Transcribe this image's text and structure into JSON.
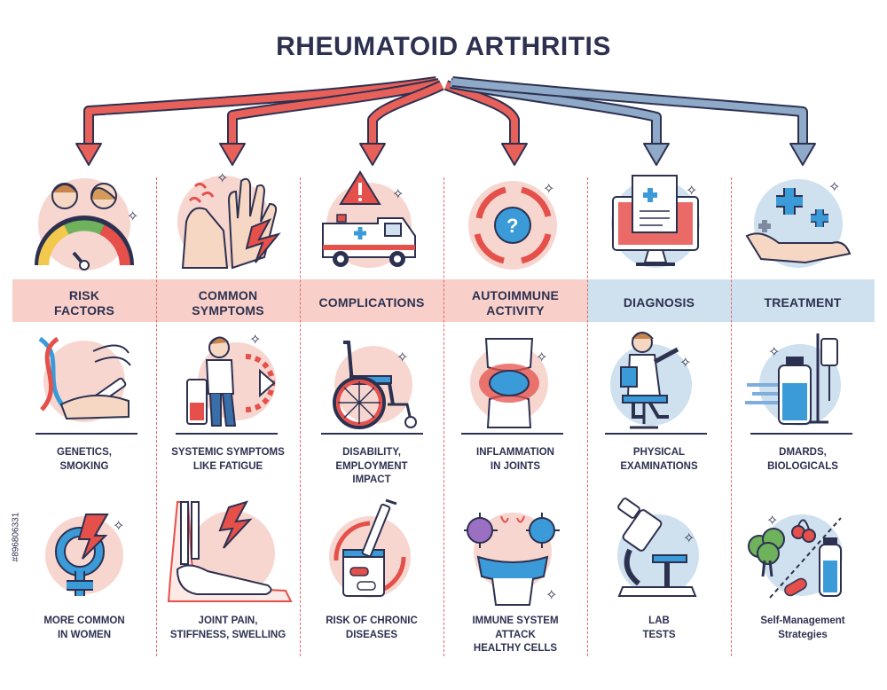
{
  "title": "RHEUMATOID ARTHRITIS",
  "side_id": "#896806331",
  "colors": {
    "red_arrow": "#e8605a",
    "blue_arrow": "#7e9dbf",
    "red_band": "#f8cfc9",
    "blue_band": "#cfe0ef",
    "ink": "#2d3150",
    "accent_blue": "#3a9bd8",
    "accent_red": "#e5504b"
  },
  "columns": [
    {
      "category": [
        "RISK",
        "FACTORS"
      ],
      "category_icon": "gauge-with-people-icon",
      "items": [
        {
          "caption": [
            "GENETICS,",
            "SMOKING"
          ],
          "icon": "dna-cigarette-icon"
        },
        {
          "caption": [
            "MORE COMMON",
            "IN WOMEN"
          ],
          "icon": "gender-symbol-icon"
        }
      ]
    },
    {
      "category": [
        "COMMON",
        "SYMPTOMS"
      ],
      "category_icon": "painful-hand-foot-icon",
      "items": [
        {
          "caption": [
            "SYSTEMIC SYMPTOMS",
            "LIKE FATIGUE"
          ],
          "icon": "fatigue-person-icon"
        },
        {
          "caption": [
            "JOINT PAIN,",
            "STIFFNESS, SWELLING"
          ],
          "icon": "ankle-bone-icon"
        }
      ]
    },
    {
      "category": [
        "COMPLICATIONS"
      ],
      "category_icon": "ambulance-warning-icon",
      "items": [
        {
          "caption": [
            "DISABILITY,",
            "EMPLOYMENT",
            "IMPACT"
          ],
          "icon": "wheelchair-icon"
        },
        {
          "caption": [
            "RISK OF CHRONIC",
            "DISEASES"
          ],
          "icon": "syringe-pills-icon"
        }
      ]
    },
    {
      "category": [
        "AUTOIMMUNE",
        "ACTIVITY"
      ],
      "category_icon": "cycle-question-icon",
      "items": [
        {
          "caption": [
            "INFLAMMATION",
            "IN JOINTS"
          ],
          "icon": "inflamed-joint-icon"
        },
        {
          "caption": [
            "IMMUNE SYSTEM",
            "ATTACK",
            "HEALTHY CELLS"
          ],
          "icon": "virus-attack-icon"
        }
      ]
    },
    {
      "category": [
        "DIAGNOSIS"
      ],
      "category_icon": "monitor-document-icon",
      "items": [
        {
          "caption": [
            "PHYSICAL",
            "EXAMINATIONS"
          ],
          "icon": "doctor-icon"
        },
        {
          "caption": [
            "LAB",
            "TESTS"
          ],
          "icon": "microscope-icon"
        }
      ]
    },
    {
      "category": [
        "TREATMENT"
      ],
      "category_icon": "hand-medical-cross-icon",
      "items": [
        {
          "caption": [
            "DMARDS,",
            "BIOLOGICALS"
          ],
          "icon": "iv-bottle-icon"
        },
        {
          "caption": [
            "Self-Management",
            "Strategies"
          ],
          "icon": "healthy-food-icon"
        }
      ]
    }
  ]
}
